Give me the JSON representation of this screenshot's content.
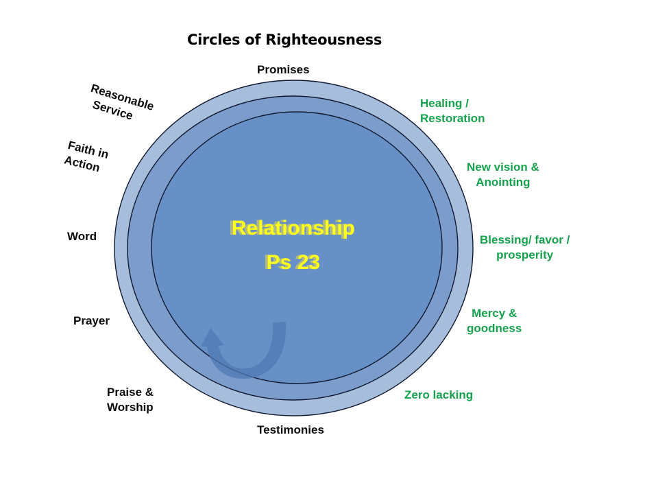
{
  "title": "Circles of Righteousness",
  "center": {
    "line1": "Relationship",
    "line2": "Ps 23"
  },
  "top_label": "Promises",
  "bottom_label": "Testimonies",
  "left_labels": {
    "reasonable_service": "Reasonable\n  Service",
    "faith_in_action": "Faith in\nAction",
    "word": "Word",
    "prayer": "Prayer",
    "praise_worship": "Praise &\nWorship"
  },
  "right_labels": {
    "healing": "Healing /\nRestoration",
    "new_vision": "New vision &\nAnointing",
    "blessing": "Blessing/ favor /\nprosperity",
    "mercy": "Mercy &\ngoodness",
    "zero_lacking": "Zero lacking"
  },
  "colors": {
    "outer_ring": "#a6bddc",
    "middle_ring": "#7c9dcc",
    "inner_circle": "#6790c6",
    "ring_stroke": "#101830",
    "center_text": "#ffff1e",
    "left_text": "#0a0a0a",
    "right_text": "#14a24c",
    "arrow": "#4f7ab4"
  },
  "icons": {
    "cycle_arrow": "curved-return-arrow"
  }
}
